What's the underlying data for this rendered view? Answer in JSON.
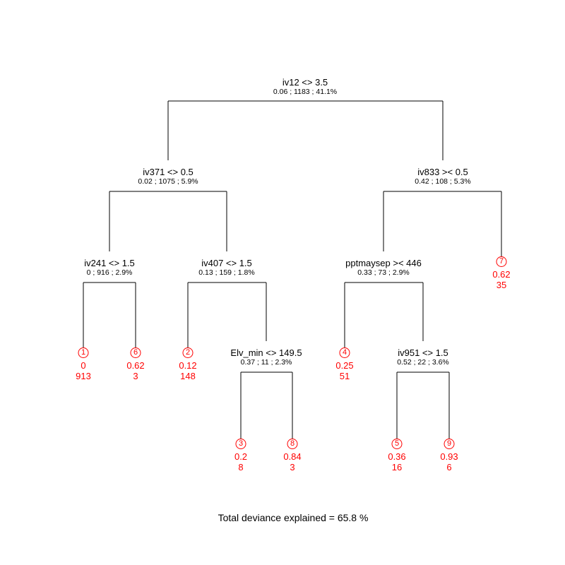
{
  "colors": {
    "branch": "#000000",
    "split_text": "#000000",
    "leaf_text": "#ff0000"
  },
  "tree": {
    "footer": "Total deviance explained = 65.8 %",
    "splits": [
      {
        "id": "root",
        "rule": "iv12 <> 3.5",
        "stats": "0.06 ; 1183 ; 41.1%"
      },
      {
        "id": "L",
        "rule": "iv371 <> 0.5",
        "stats": "0.02 ; 1075 ; 5.9%"
      },
      {
        "id": "R",
        "rule": "iv833 >< 0.5",
        "stats": "0.42 ; 108 ; 5.3%"
      },
      {
        "id": "LL",
        "rule": "iv241 <> 1.5",
        "stats": "0 ; 916 ; 2.9%"
      },
      {
        "id": "LR",
        "rule": "iv407 <> 1.5",
        "stats": "0.13 ; 159 ; 1.8%"
      },
      {
        "id": "RL",
        "rule": "pptmaysep >< 446",
        "stats": "0.33 ; 73 ; 2.9%"
      },
      {
        "id": "LRR",
        "rule": "Elv_min <> 149.5",
        "stats": "0.37 ; 11 ; 2.3%"
      },
      {
        "id": "RLR",
        "rule": "iv951 <> 1.5",
        "stats": "0.52 ; 22 ; 3.6%"
      }
    ],
    "leaves": [
      {
        "num": "1",
        "mean": "0",
        "n": "913"
      },
      {
        "num": "6",
        "mean": "0.62",
        "n": "3"
      },
      {
        "num": "2",
        "mean": "0.12",
        "n": "148"
      },
      {
        "num": "3",
        "mean": "0.2",
        "n": "8"
      },
      {
        "num": "8",
        "mean": "0.84",
        "n": "3"
      },
      {
        "num": "4",
        "mean": "0.25",
        "n": "51"
      },
      {
        "num": "5",
        "mean": "0.36",
        "n": "16"
      },
      {
        "num": "9",
        "mean": "0.93",
        "n": "6"
      },
      {
        "num": "7",
        "mean": "0.62",
        "n": "35"
      }
    ]
  }
}
